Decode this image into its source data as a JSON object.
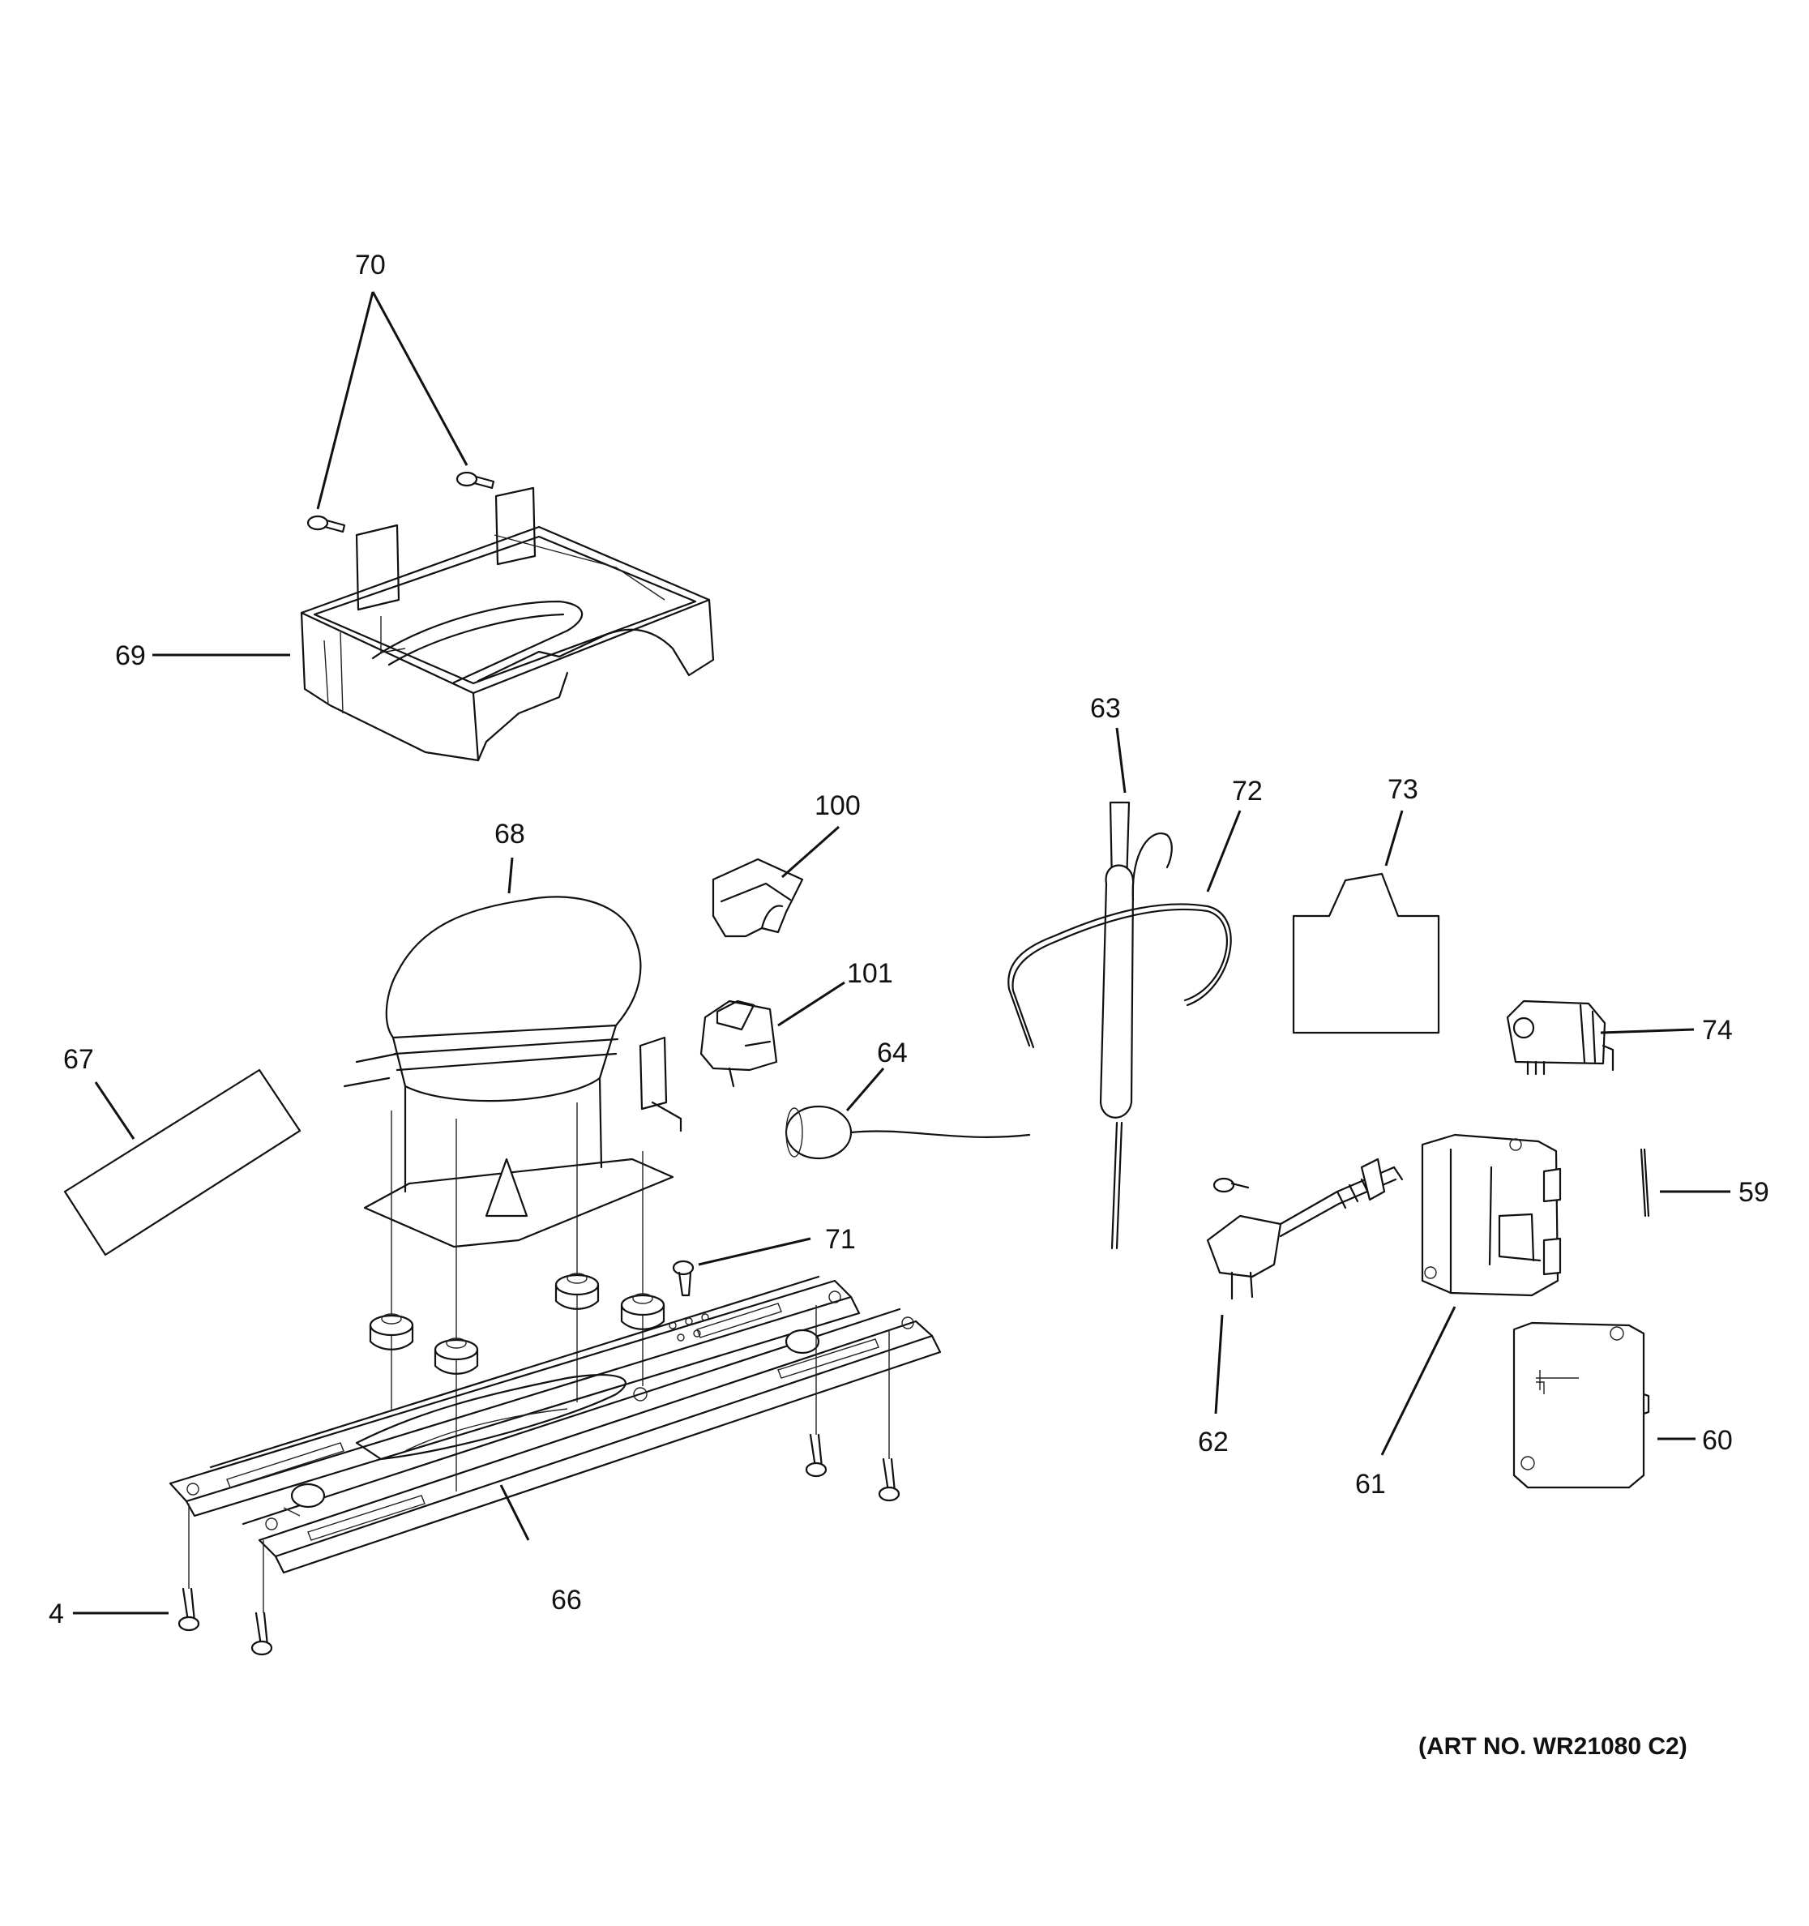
{
  "callouts": {
    "c4": "4",
    "c59": "59",
    "c60": "60",
    "c61": "61",
    "c62": "62",
    "c63": "63",
    "c64": "64",
    "c66": "66",
    "c67": "67",
    "c68": "68",
    "c69": "69",
    "c70": "70",
    "c71": "71",
    "c72": "72",
    "c73": "73",
    "c74": "74",
    "c100": "100",
    "c101": "101"
  },
  "art_number": "(ART NO. WR21080 C2)"
}
